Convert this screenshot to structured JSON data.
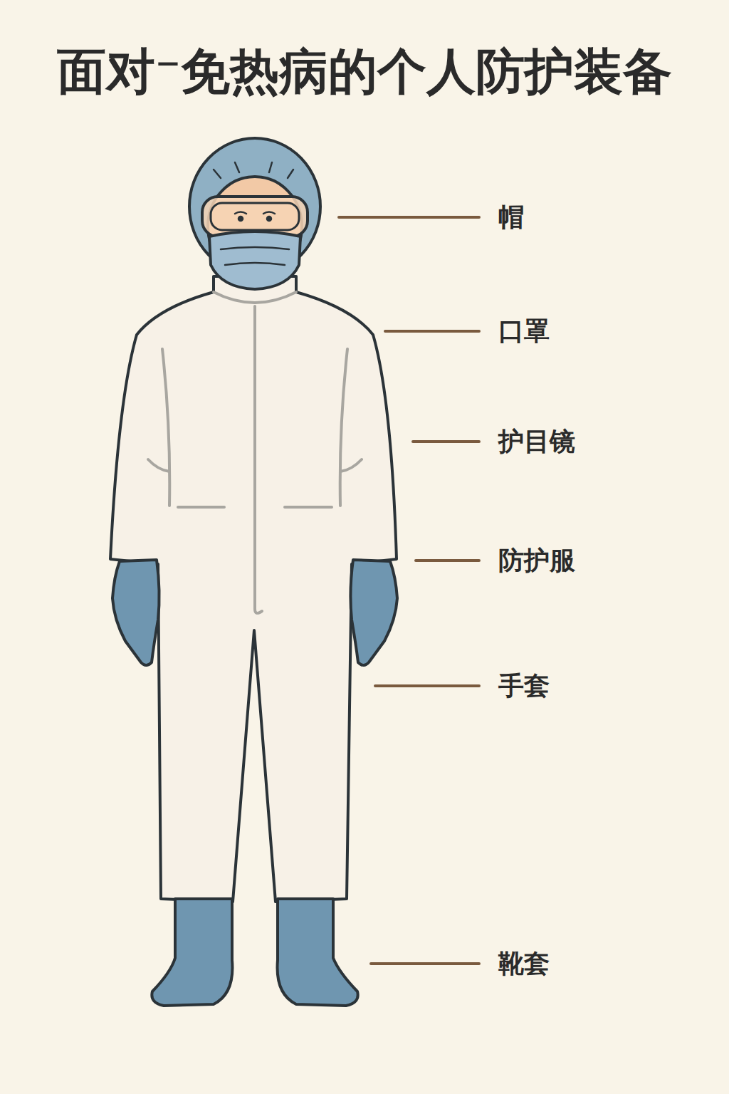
{
  "diagram": {
    "title": "面对⁻免热病的个人防护装备",
    "labels": [
      "帽",
      "口罩",
      "护目镜",
      "防护服",
      "手套",
      "靴套"
    ]
  }
}
